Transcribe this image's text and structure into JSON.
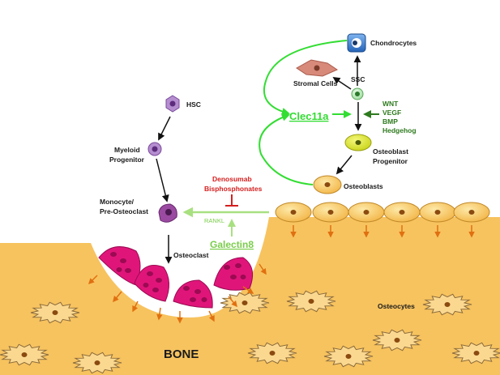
{
  "labels": {
    "hsc": "HSC",
    "myeloid_1": "Myeloid",
    "myeloid_2": "Progenitor",
    "monocyte_1": "Monocyte/",
    "monocyte_2": "Pre-Osteoclast",
    "osteoclast": "Osteoclast",
    "chondrocytes": "Chondrocytes",
    "stromal": "Stromal Cells",
    "ssc": "SSC",
    "clec11a": "Clec11a",
    "osteoblast_prog_1": "Osteoblast",
    "osteoblast_prog_2": "Progenitor",
    "osteoblasts": "Osteoblasts",
    "denosumab": "Denosumab",
    "bisphosphonates": "Bisphosphonates",
    "rankl": "RANKL",
    "galectin8": "Galectin8",
    "osteocytes": "Osteocytes",
    "bone": "BONE"
  },
  "signals": [
    "WNT",
    "VEGF",
    "BMP",
    "Hedgehog"
  ],
  "colors": {
    "bone": "#f7c35f",
    "green_bright": "#33dd33",
    "green_light": "#a8e080",
    "green_dark": "#2e7a1e",
    "red": "#d42020",
    "osteoclast": "#e0157a",
    "monocyte": "#9a4aa0",
    "arrow_orange": "#e07010"
  }
}
